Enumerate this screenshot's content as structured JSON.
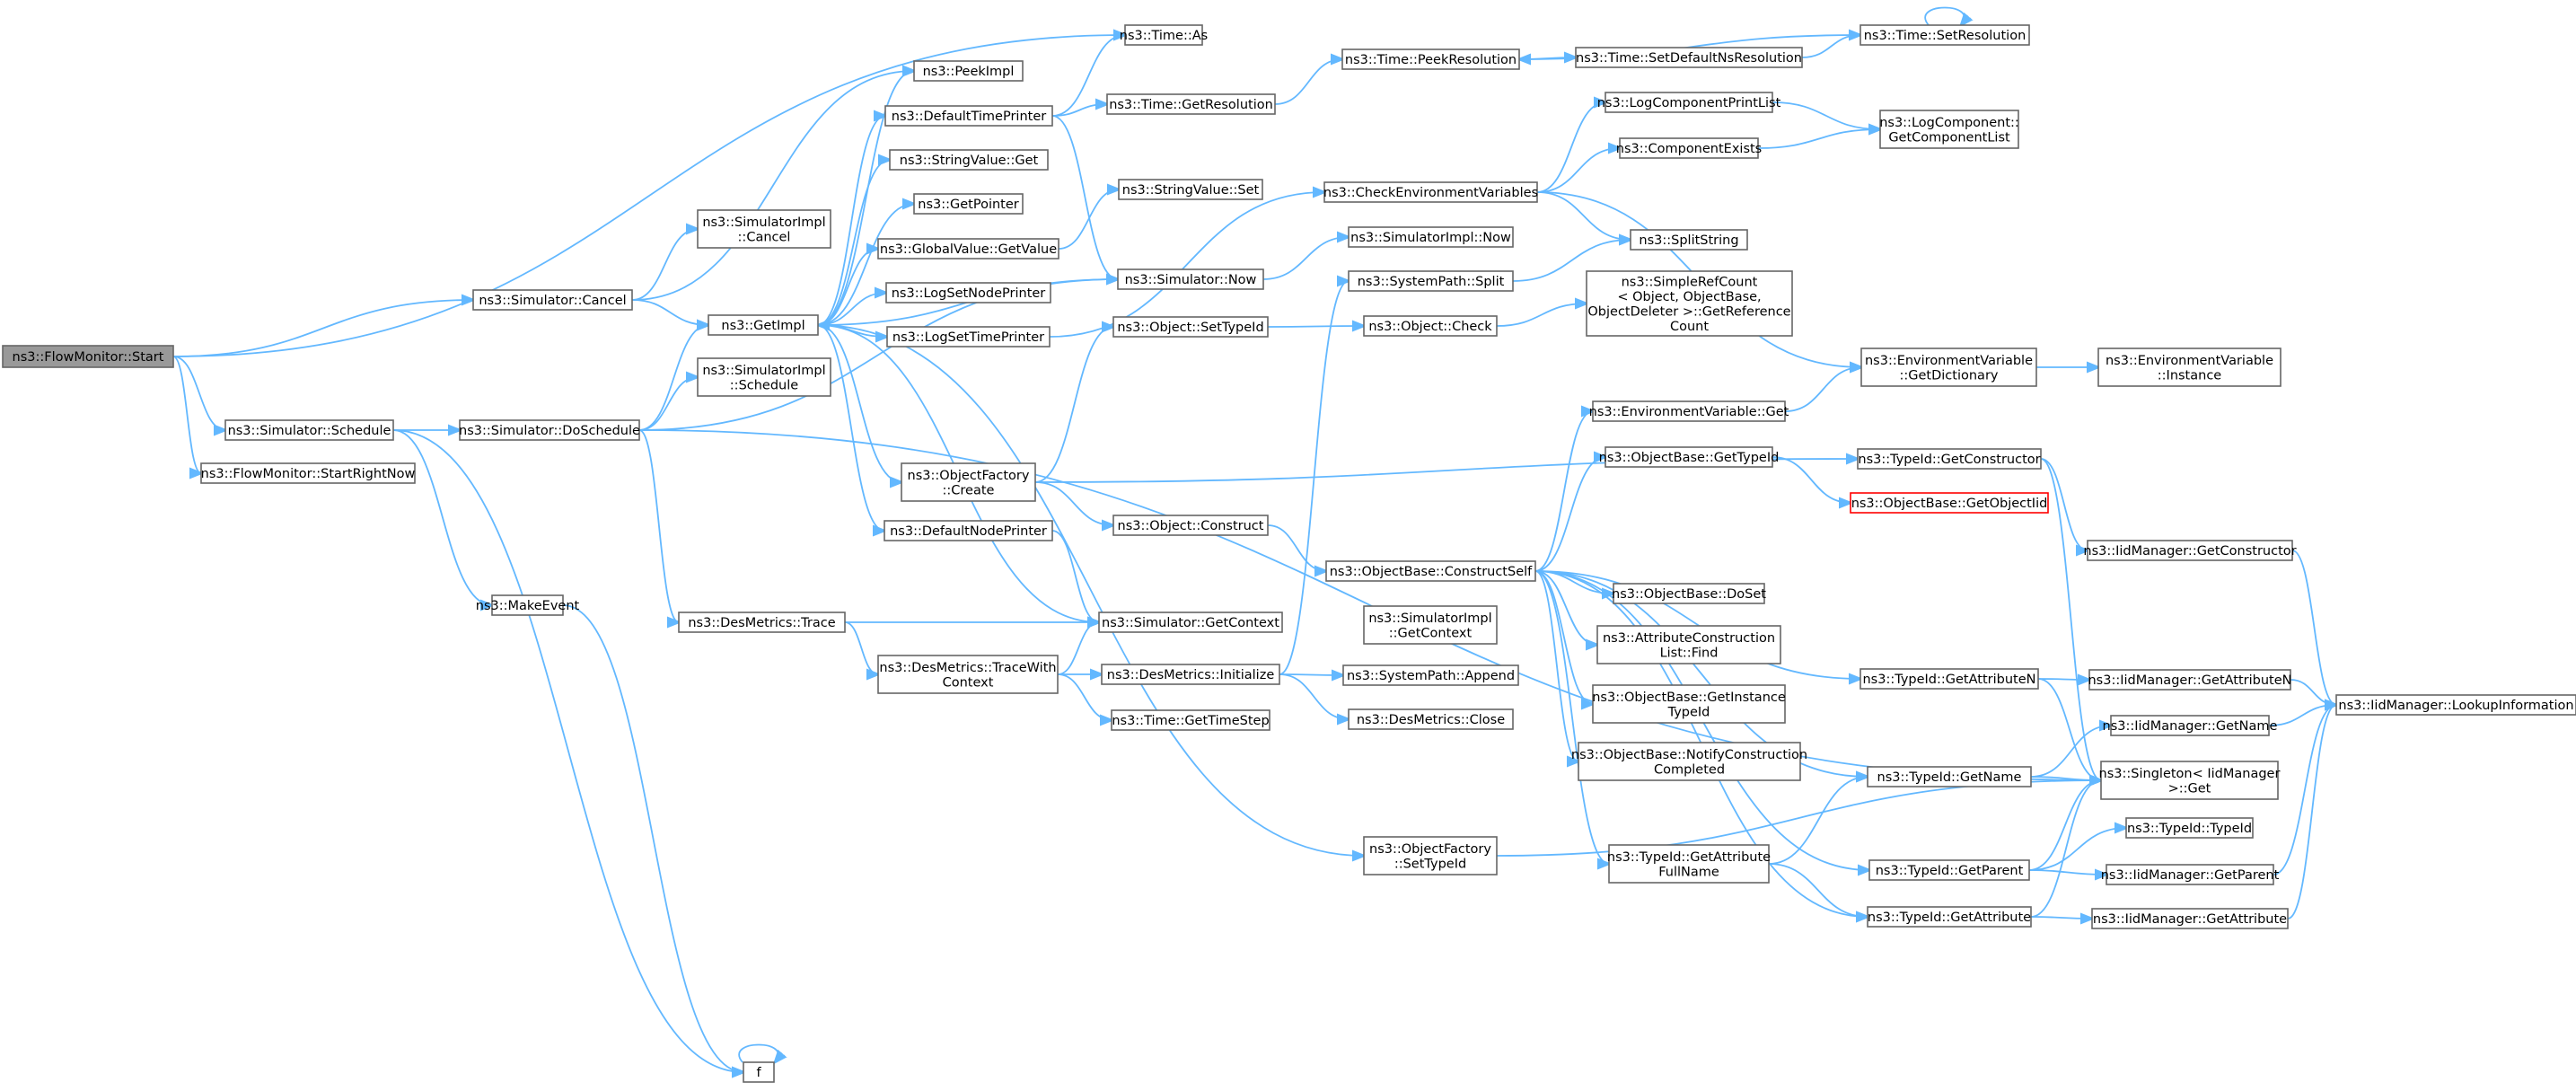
{
  "colors": {
    "edge": "#63b8ff",
    "node_border": "#666666",
    "root_fill": "#999999",
    "highlight_border": "#ff0000"
  },
  "nodes": {
    "start": [
      "ns3::FlowMonitor::Start"
    ],
    "cancel": [
      "ns3::Simulator::Cancel"
    ],
    "schedule": [
      "ns3::Simulator::Schedule"
    ],
    "startRightNow": [
      "ns3::FlowMonitor::StartRightNow"
    ],
    "makeEvent": [
      "ns3::MakeEvent"
    ],
    "f": [
      "f"
    ],
    "implCancel": [
      "ns3::SimulatorImpl",
      "::Cancel"
    ],
    "getImpl": [
      "ns3::GetImpl"
    ],
    "implSchedule": [
      "ns3::SimulatorImpl",
      "::Schedule"
    ],
    "doSchedule": [
      "ns3::Simulator::DoSchedule"
    ],
    "desTrace": [
      "ns3::DesMetrics::Trace"
    ],
    "timeAs": [
      "ns3::Time::As"
    ],
    "peekImpl": [
      "ns3::PeekImpl"
    ],
    "defaultTimePrinter": [
      "ns3::DefaultTimePrinter"
    ],
    "stringValueGet": [
      "ns3::StringValue::Get"
    ],
    "getPointer": [
      "ns3::GetPointer"
    ],
    "globalValueGetValue": [
      "ns3::GlobalValue::GetValue"
    ],
    "logSetNodePrinter": [
      "ns3::LogSetNodePrinter"
    ],
    "logSetTimePrinter": [
      "ns3::LogSetTimePrinter"
    ],
    "objectFactoryCreate": [
      "ns3::ObjectFactory",
      "::Create"
    ],
    "defaultNodePrinter": [
      "ns3::DefaultNodePrinter"
    ],
    "traceWithContext": [
      "ns3::DesMetrics::TraceWith",
      "Context"
    ],
    "timeGetResolution": [
      "ns3::Time::GetResolution"
    ],
    "stringValueSet": [
      "ns3::StringValue::Set"
    ],
    "simulatorNow": [
      "ns3::Simulator::Now"
    ],
    "objectSetTypeId": [
      "ns3::Object::SetTypeId"
    ],
    "objectConstruct": [
      "ns3::Object::Construct"
    ],
    "simGetContext": [
      "ns3::Simulator::GetContext"
    ],
    "desInitialize": [
      "ns3::DesMetrics::Initialize"
    ],
    "timeGetTimeStep": [
      "ns3::Time::GetTimeStep"
    ],
    "objFactorySetTypeId": [
      "ns3::ObjectFactory",
      "::SetTypeId"
    ],
    "timePeekResolution": [
      "ns3::Time::PeekResolution"
    ],
    "checkEnvVars": [
      "ns3::CheckEnvironmentVariables"
    ],
    "simImplNow": [
      "ns3::SimulatorImpl::Now"
    ],
    "systemPathSplit": [
      "ns3::SystemPath::Split"
    ],
    "objectCheck": [
      "ns3::Object::Check"
    ],
    "objBaseConstructSelf": [
      "ns3::ObjectBase::ConstructSelf"
    ],
    "simImplGetContext": [
      "ns3::SimulatorImpl",
      "::GetContext"
    ],
    "systemPathAppend": [
      "ns3::SystemPath::Append"
    ],
    "desClose": [
      "ns3::DesMetrics::Close"
    ],
    "setDefaultNsRes": [
      "ns3::Time::SetDefaultNsResolution"
    ],
    "logCompPrintList": [
      "ns3::LogComponentPrintList"
    ],
    "componentExists": [
      "ns3::ComponentExists"
    ],
    "splitString": [
      "ns3::SplitString"
    ],
    "simpleRefCount": [
      "ns3::SimpleRefCount",
      "< Object, ObjectBase,",
      " ObjectDeleter >::GetReference",
      "Count"
    ],
    "envVarGet": [
      "ns3::EnvironmentVariable::Get"
    ],
    "objBaseGetTypeId": [
      "ns3::ObjectBase::GetTypeId"
    ],
    "objBaseDoSet": [
      "ns3::ObjectBase::DoSet"
    ],
    "attrConstrFind": [
      "ns3::AttributeConstruction",
      "List::Find"
    ],
    "objBaseGetInstance": [
      "ns3::ObjectBase::GetInstance",
      "TypeId"
    ],
    "objBaseNotify": [
      "ns3::ObjectBase::NotifyConstruction",
      "Completed"
    ],
    "typeIdGetAttrFullName": [
      "ns3::TypeId::GetAttribute",
      "FullName"
    ],
    "timeSetResolution": [
      "ns3::Time::SetResolution"
    ],
    "logCompGetList": [
      "ns3::LogComponent::",
      "GetComponentList"
    ],
    "envVarGetDict": [
      "ns3::EnvironmentVariable",
      "::GetDictionary"
    ],
    "typeIdGetConstructor": [
      "ns3::TypeId::GetConstructor"
    ],
    "objBaseGetObjectIid": [
      "ns3::ObjectBase::GetObjectIid"
    ],
    "typeIdGetAttributeN": [
      "ns3::TypeId::GetAttributeN"
    ],
    "typeIdGetName": [
      "ns3::TypeId::GetName"
    ],
    "typeIdGetParent": [
      "ns3::TypeId::GetParent"
    ],
    "typeIdGetAttribute": [
      "ns3::TypeId::GetAttribute"
    ],
    "envVarInstance": [
      "ns3::EnvironmentVariable",
      "::Instance"
    ],
    "iidGetConstructor": [
      "ns3::IidManager::GetConstructor"
    ],
    "iidGetAttributeN": [
      "ns3::IidManager::GetAttributeN"
    ],
    "iidGetName": [
      "ns3::IidManager::GetName"
    ],
    "singletonGet": [
      "ns3::Singleton< IidManager",
      " >::Get"
    ],
    "typeIdTypeId": [
      "ns3::TypeId::TypeId"
    ],
    "iidGetParent": [
      "ns3::IidManager::GetParent"
    ],
    "iidGetAttribute": [
      "ns3::IidManager::GetAttribute"
    ],
    "iidLookupInfo": [
      "ns3::IidManager::LookupInformation"
    ]
  }
}
